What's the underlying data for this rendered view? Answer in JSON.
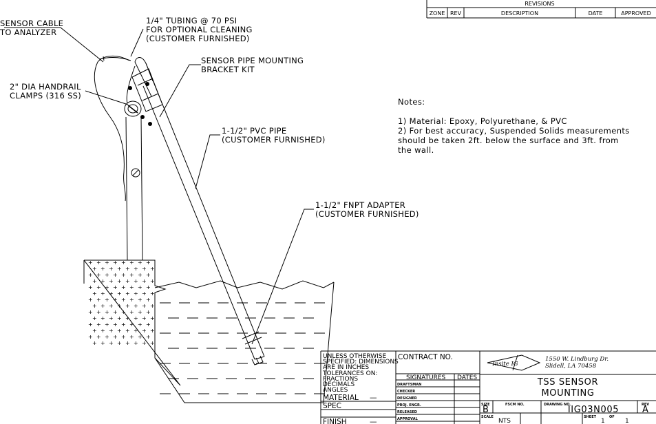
{
  "labels": {
    "sensor_cable": [
      "SENSOR CABLE",
      "TO ANALYZER"
    ],
    "tubing": [
      "1/4\" TUBING @ 70 PSI",
      "FOR OPTIONAL CLEANING",
      "(CUSTOMER FURNISHED)"
    ],
    "bracket": [
      "SENSOR PIPE MOUNTING",
      "BRACKET KIT"
    ],
    "handrail": [
      "2\" DIA HANDRAIL",
      "CLAMPS (316 SS)"
    ],
    "pvc_pipe": [
      "1-1/2\" PVC PIPE",
      "(CUSTOMER FURNISHED)"
    ],
    "adapter": [
      "1-1/2\" FNPT ADAPTER",
      "(CUSTOMER FURNISHED)"
    ]
  },
  "notes": {
    "heading": "Notes:",
    "lines": [
      "1)  Material: Epoxy, Polyurethane, & PVC",
      "2)  For best accuracy, Suspended Solids measurements",
      "should be taken 2ft. below the surface and 3ft. from",
      "the wall."
    ]
  },
  "revisions": {
    "title": "REVISIONS",
    "columns": [
      "ZONE",
      "REV",
      "DESCRIPTION",
      "DATE",
      "APPROVED"
    ]
  },
  "title_block": {
    "tolerances": [
      "UNLESS OTHERWISE",
      "SPECIFIED: DIMENSIONS",
      "ARE IN INCHES",
      "TOLERANCES ON:",
      "FRACTIONS",
      "DECIMALS",
      "ANGLES"
    ],
    "material": "MATERIAL",
    "material_value": "—",
    "spec": "SPEC",
    "finish": "FINISH",
    "finish_value": "—",
    "contract_no": "CONTRACT NO.",
    "signatures": "SIGNATURES",
    "dates": "DATES",
    "signature_rows": [
      "DRAFTSMAN",
      "CHECKER",
      "DESIGNER",
      "PROJ. ENGR.",
      "RELEASED",
      "APPROVAL"
    ],
    "company_logo": "Insite IG",
    "address": [
      "1550 W. Lindburg Dr.",
      "Slidell, LA 70458"
    ],
    "drawing_title": [
      "TSS SENSOR",
      "MOUNTING"
    ],
    "size_label": "SIZE",
    "size_value": "B",
    "fscm_label": "FSCM NO.",
    "drawing_no_label": "DRAWING NO.",
    "drawing_no": "IIG03N005",
    "rev_label": "REV",
    "rev_value": "A",
    "scale_label": "SCALE",
    "scale_value": "NTS",
    "sheet_label": "SHEET",
    "sheet_value": "1",
    "of_label": "OF",
    "of_value": "1"
  }
}
